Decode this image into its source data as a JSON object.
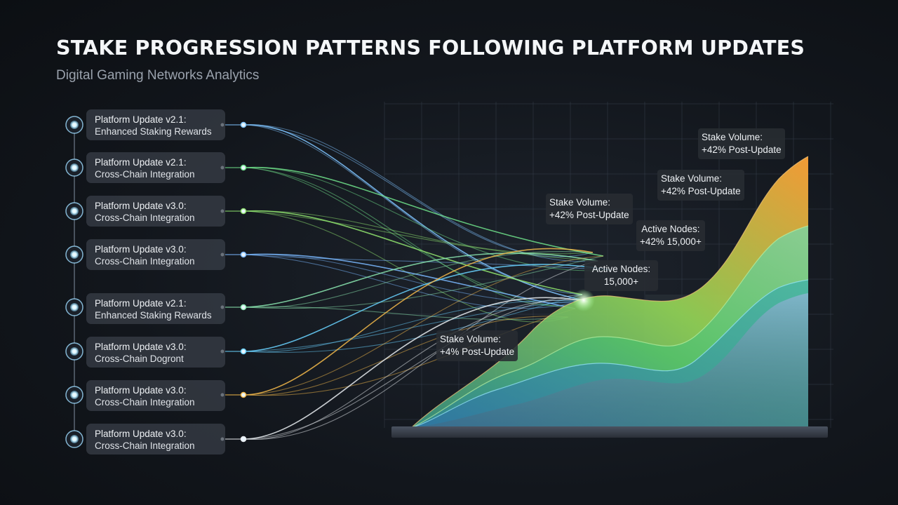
{
  "header": {
    "title": "STAKE PROGRESSION PATTERNS FOLLOWING PLATFORM UPDATES",
    "subtitle": "Digital Gaming Networks Analytics"
  },
  "updates": [
    {
      "line1": "Platform Update v2.1:",
      "line2": "Enhanced Staking Rewards",
      "color": "#7fc4ff"
    },
    {
      "line1": "Platform Update v2.1:",
      "line2": "Cross-Chain Integration",
      "color": "#6fe08a"
    },
    {
      "line1": "Platform Update v3.0:",
      "line2": "Cross-Chain Integration",
      "color": "#8fe36f"
    },
    {
      "line1": "Platform Update v3.0:",
      "line2": "Cross-Chain Integration",
      "color": "#7ab8ff"
    },
    {
      "line1": "Platform Update v2.1:",
      "line2": "Enhanced Staking Rewards",
      "color": "#8be6b0"
    },
    {
      "line1": "Platform Update v3.0:",
      "line2": "Cross-Chain Dogront",
      "color": "#69d2ff"
    },
    {
      "line1": "Platform Update v3.0:",
      "line2": "Cross-Chain Integration",
      "color": "#f2b84a"
    },
    {
      "line1": "Platform Update v3.0:",
      "line2": "Cross-Chain Integration",
      "color": "#e8ecf0"
    }
  ],
  "callouts": [
    {
      "line1": "Stake Volume:",
      "line2": "+42% Post-Update"
    },
    {
      "line1": "Stake Volume:",
      "line2": "+42% Post-Update"
    },
    {
      "line1": "Stake Volume:",
      "line2": "+42% Post-Update"
    },
    {
      "line1": "Active Nodes:",
      "line2": "+42% 15,000+"
    },
    {
      "line1": "Active Nodes:",
      "line2": "15,000+"
    },
    {
      "line1": "Stake Volume:",
      "line2": "+4% Post-Update"
    }
  ],
  "colors": {
    "orange": "#f0a63a",
    "green": "#62d46c",
    "teal": "#3fb8a6",
    "blue": "#6aaee0",
    "background": "#12161c"
  }
}
